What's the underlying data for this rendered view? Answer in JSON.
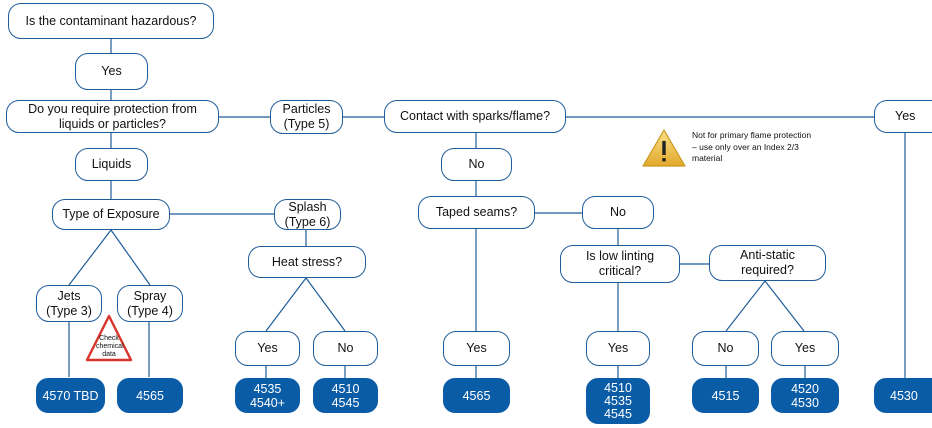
{
  "nodes": {
    "hazardous": "Is the contaminant hazardous?",
    "yes_hazard": "Yes",
    "require_protection": "Do you require protection from\nliquids or particles?",
    "liquids": "Liquids",
    "particles": "Particles\n(Type 5)",
    "type_of_exposure": "Type of Exposure",
    "jets": "Jets\n(Type 3)",
    "spray": "Spray\n(Type 4)",
    "splash": "Splash\n(Type 6)",
    "heat_stress": "Heat stress?",
    "heat_yes": "Yes",
    "heat_no": "No",
    "sparks": "Contact with sparks/flame?",
    "sparks_no": "No",
    "sparks_yes": "Yes",
    "taped_seams": "Taped seams?",
    "taped_yes": "Yes",
    "taped_no": "No",
    "low_linting": "Is low linting\ncritical?",
    "linting_yes": "Yes",
    "anti_static": "Anti-static\nrequired?",
    "antistatic_no": "No",
    "antistatic_yes": "Yes"
  },
  "results": {
    "jets": "4570 TBD",
    "spray": "4565",
    "heat_yes": "4535\n4540+",
    "heat_no": "4510\n4545",
    "taped_yes": "4565",
    "linting_yes": "4510\n4535\n4545",
    "antistatic_no": "4515",
    "antistatic_yes": "4520\n4530",
    "sparks_yes": "4530"
  },
  "warning": {
    "icon": "warning-icon",
    "text": "Not for primary flame protection – use only over an Index 2/3 material"
  },
  "check_badge": {
    "icon": "warning-triangle-icon",
    "text": "Check chemical data"
  },
  "colors": {
    "result_fill": "#0b5ca7",
    "node_border": "#1f5d9a",
    "line": "#1f5d9a",
    "warning_fill": "#f2c94c",
    "check_border": "#d9342b"
  }
}
